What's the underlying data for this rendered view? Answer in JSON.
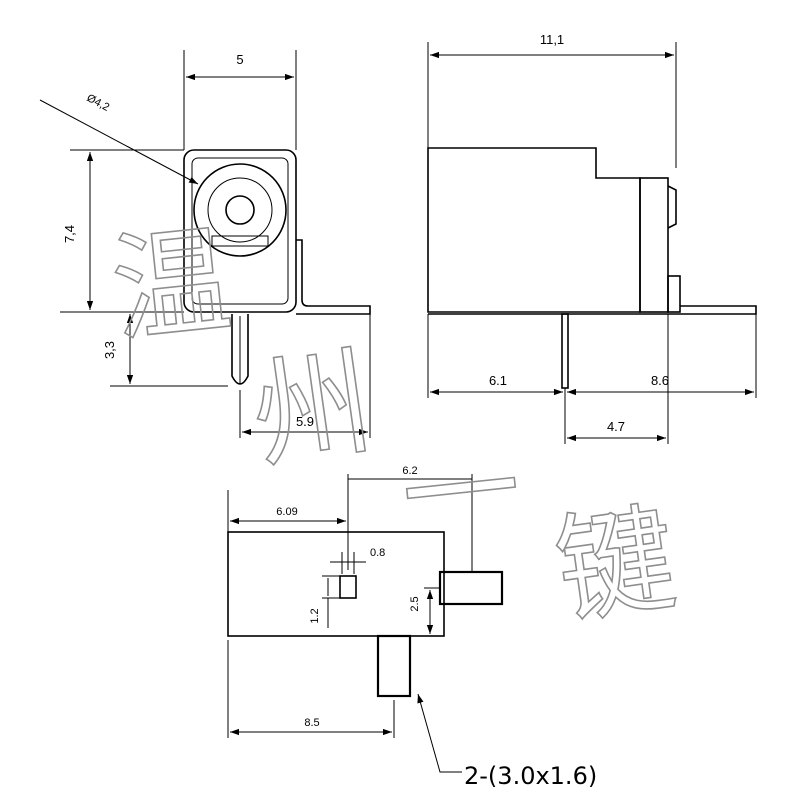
{
  "dimensions": {
    "side_width": "5",
    "hole_diameter": "Ø4,2",
    "side_height": "7,4",
    "pin_length": "3,3",
    "side_base": "5.9",
    "front_width": "11,1",
    "front_left": "6.1",
    "front_right": "8.6",
    "front_pin": "4.7",
    "bottom_offset": "6.2",
    "bottom_left": "6.09",
    "pad_width": "0.8",
    "pad_height": "1.2",
    "tab_offset": "2.5",
    "bottom_base": "8.5"
  },
  "callout": "2-(3.0x1.6)",
  "watermark": [
    "温",
    "州",
    "一",
    "键"
  ]
}
